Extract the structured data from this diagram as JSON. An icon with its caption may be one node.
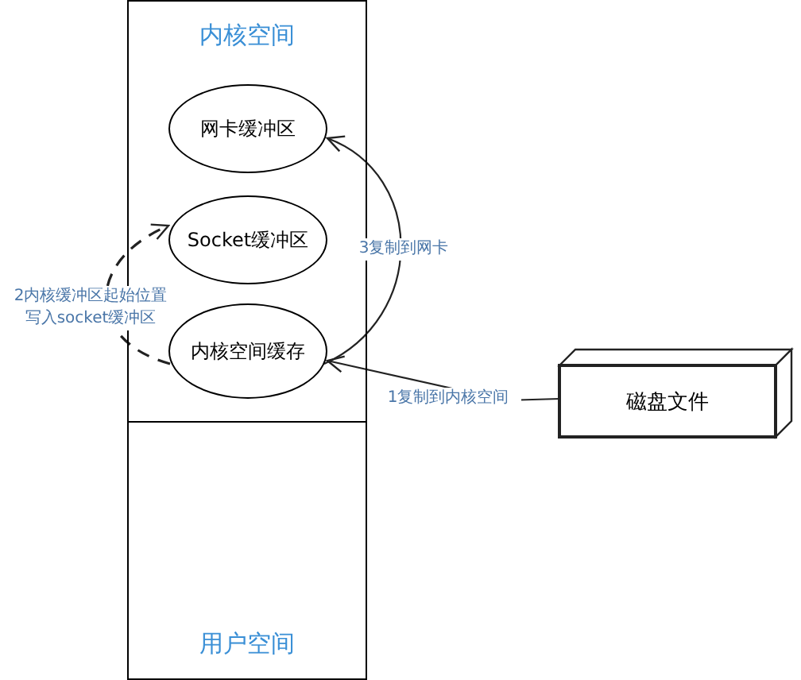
{
  "diagram": {
    "nodes": [
      {
        "text": [
          "内核空间"
        ]
      },
      {
        "text": [
          "用户空间"
        ]
      },
      {
        "text": [
          "网卡缓冲区"
        ],
        "in": 0
      },
      {
        "text": [
          "Socket缓冲区"
        ],
        "in": 0
      },
      {
        "text": [
          "内核空间缓存"
        ],
        "in": 0
      },
      {
        "text": [
          "磁盘文件"
        ]
      }
    ],
    "edges": [
      {
        "from": 5,
        "to": 4,
        "arrow": "to",
        "label": "1复制到内核空间"
      },
      {
        "from": 4,
        "to": 3,
        "arrow": "to",
        "style": "dashed",
        "label": "2内核缓冲区起始位置写入socket缓冲区"
      },
      {
        "from": 4,
        "to": 2,
        "arrow": "to",
        "label": "3复制到网卡"
      }
    ]
  }
}
